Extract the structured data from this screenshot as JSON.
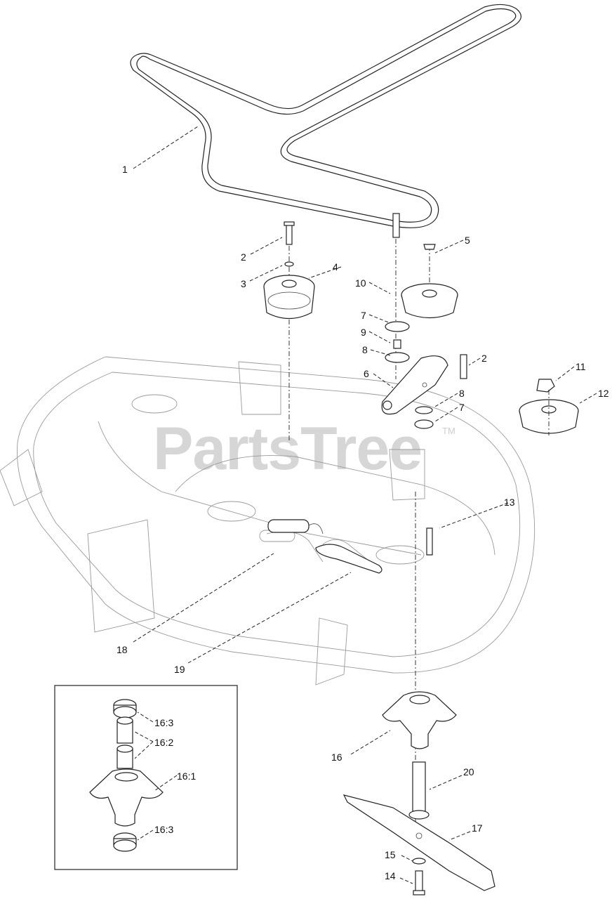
{
  "watermark": {
    "text": "PartsTree",
    "trademark": "TM"
  },
  "callouts": [
    {
      "id": "c1",
      "text": "1"
    },
    {
      "id": "c2a",
      "text": "2"
    },
    {
      "id": "c3",
      "text": "3"
    },
    {
      "id": "c4",
      "text": "4"
    },
    {
      "id": "c5",
      "text": "5"
    },
    {
      "id": "c10",
      "text": "10"
    },
    {
      "id": "c7a",
      "text": "7"
    },
    {
      "id": "c9",
      "text": "9"
    },
    {
      "id": "c8a",
      "text": "8"
    },
    {
      "id": "c2b",
      "text": "2"
    },
    {
      "id": "c6",
      "text": "6"
    },
    {
      "id": "c11",
      "text": "11"
    },
    {
      "id": "c12",
      "text": "12"
    },
    {
      "id": "c8b",
      "text": "8"
    },
    {
      "id": "c7b",
      "text": "7"
    },
    {
      "id": "c13",
      "text": "13"
    },
    {
      "id": "c18",
      "text": "18"
    },
    {
      "id": "c19",
      "text": "19"
    },
    {
      "id": "c16",
      "text": "16"
    },
    {
      "id": "c20",
      "text": "20"
    },
    {
      "id": "c17",
      "text": "17"
    },
    {
      "id": "c15",
      "text": "15"
    },
    {
      "id": "c14",
      "text": "14"
    }
  ],
  "inset_callouts": [
    {
      "id": "i163a",
      "text": "16:3"
    },
    {
      "id": "i162",
      "text": "16:2"
    },
    {
      "id": "i161",
      "text": "16:1"
    },
    {
      "id": "i163b",
      "text": "16:3"
    }
  ]
}
